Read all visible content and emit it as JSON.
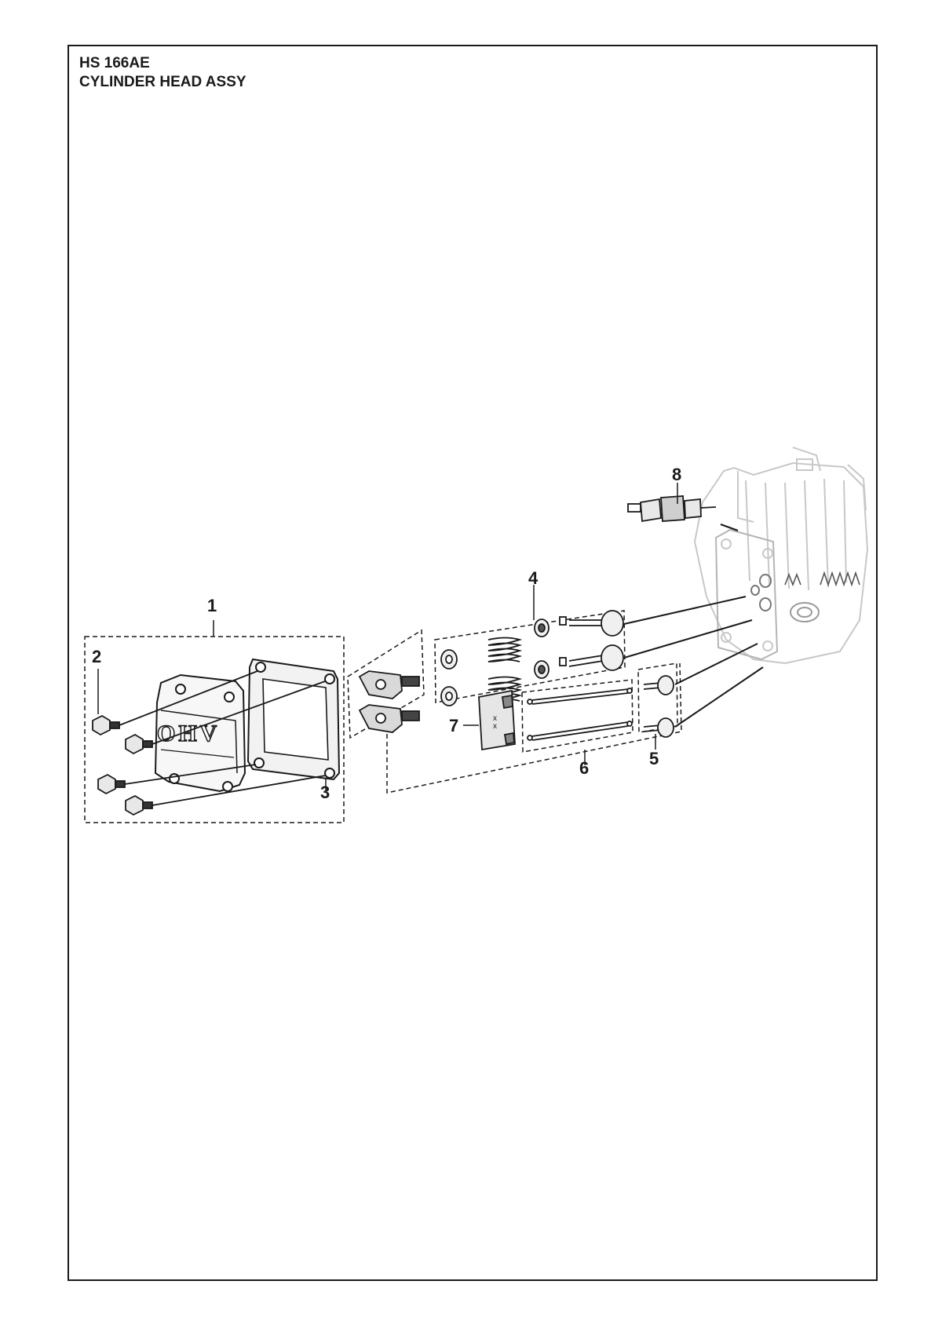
{
  "header": {
    "model": "HS 166AE",
    "assembly": "CYLINDER HEAD ASSY"
  },
  "callouts": [
    {
      "id": "1",
      "label": "1"
    },
    {
      "id": "2",
      "label": "2"
    },
    {
      "id": "3",
      "label": "3"
    },
    {
      "id": "4",
      "label": "4"
    },
    {
      "id": "5",
      "label": "5"
    },
    {
      "id": "6",
      "label": "6"
    },
    {
      "id": "7",
      "label": "7"
    },
    {
      "id": "8",
      "label": "8"
    }
  ],
  "cover_emboss": "OHV",
  "colors": {
    "ink": "#1a1a1a",
    "part_fill": "#f2f2f2",
    "ghost": "#c8c8c8",
    "shade": "#9a9a9a"
  }
}
